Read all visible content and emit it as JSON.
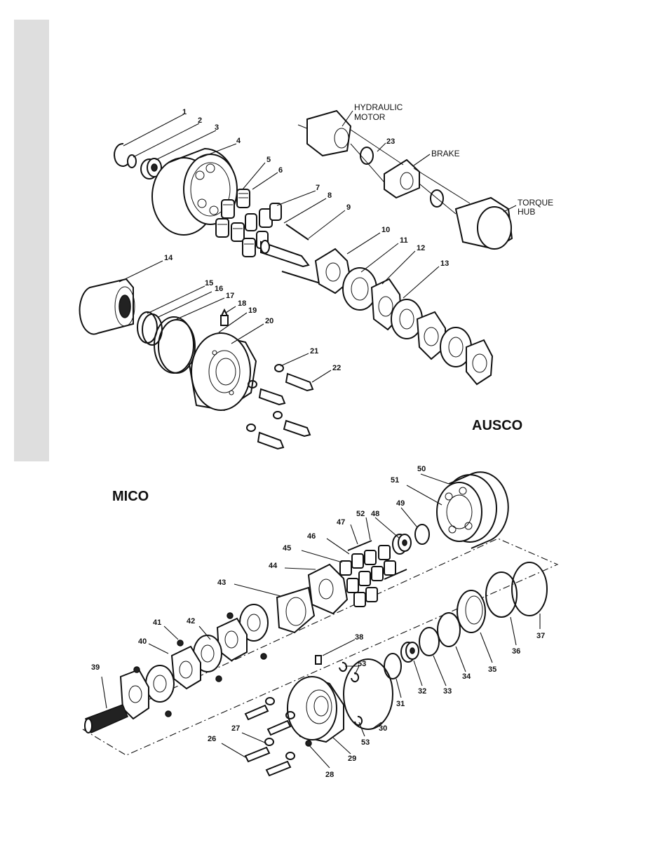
{
  "labels": {
    "ausco": "AUSCO",
    "mico": "MICO",
    "hydraulic_motor_1": "HYDRAULIC",
    "hydraulic_motor_2": "MOTOR",
    "brake": "BRAKE",
    "torque_hub_1": "TORQUE",
    "torque_hub_2": "HUB"
  },
  "callouts": {
    "c1": "1",
    "c2": "2",
    "c3": "3",
    "c4": "4",
    "c5": "5",
    "c6": "6",
    "c7": "7",
    "c8": "8",
    "c9": "9",
    "c10": "10",
    "c11": "11",
    "c12": "12",
    "c13": "13",
    "c14": "14",
    "c15": "15",
    "c16": "16",
    "c17": "17",
    "c18": "18",
    "c19": "19",
    "c20": "20",
    "c21": "21",
    "c22": "22",
    "c23": "23",
    "c26": "26",
    "c27": "27",
    "c28": "28",
    "c29": "29",
    "c30": "30",
    "c31": "31",
    "c32": "32",
    "c33": "33",
    "c34": "34",
    "c35": "35",
    "c36": "36",
    "c37": "37",
    "c38": "38",
    "c39": "39",
    "c40": "40",
    "c41": "41",
    "c42": "42",
    "c43": "43",
    "c44": "44",
    "c45": "45",
    "c46": "46",
    "c47": "47",
    "c48": "48",
    "c49": "49",
    "c50": "50",
    "c51": "51",
    "c52": "52",
    "c53a": "53",
    "c53b": "53"
  }
}
